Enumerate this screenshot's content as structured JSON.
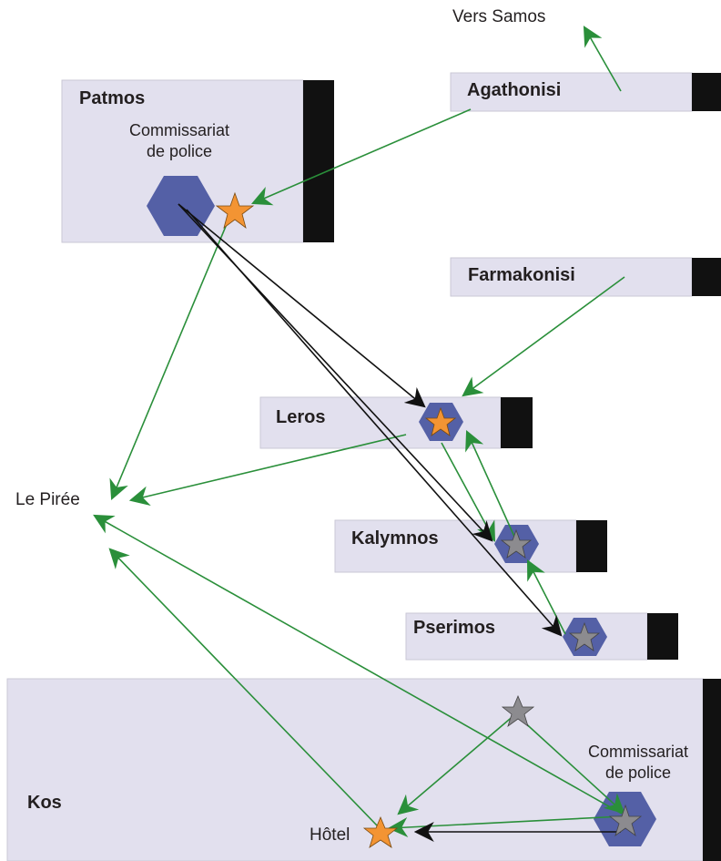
{
  "colors": {
    "island_fill": "#e2e0ee",
    "island_border": "#c9c7d6",
    "dock": "#111111",
    "hexagon": "#5460a6",
    "star_orange": "#f39433",
    "star_gray": "#8c8b8f",
    "arrow_green": "#2a8f3a",
    "arrow_black": "#111111"
  },
  "labels": {
    "vers_samos": "Vers Samos",
    "agathonisi": "Agathonisi",
    "patmos": "Patmos",
    "patmos_police": "Commissariat\nde police",
    "farmakonisi": "Farmakonisi",
    "leros": "Leros",
    "le_piree": "Le Pirée",
    "kalymnos": "Kalymnos",
    "pserimos": "Pserimos",
    "kos": "Kos",
    "kos_police": "Commissariat\nde police",
    "hotel": "Hôtel"
  },
  "icons": {
    "police_station": "hexagon-icon",
    "orange_marker": "star-icon",
    "gray_marker": "star-icon",
    "arrow": "arrow-icon"
  }
}
